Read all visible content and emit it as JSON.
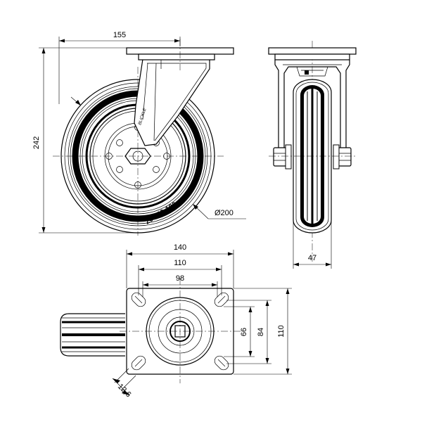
{
  "drawing": {
    "dims": {
      "side_width": "155",
      "overall_height": "242",
      "wheel_diameter": "Ø200",
      "wheel_width": "47",
      "plate_width": "140",
      "hole_span_outer": "110",
      "hole_span_inner": "98",
      "plate_depth": "110",
      "hole_span_depth_outer": "84",
      "hole_span_depth_inner": "66",
      "slot_width": "12,6"
    },
    "tire_marking": "200/50-100",
    "fork_brand": "BLICKLE"
  }
}
